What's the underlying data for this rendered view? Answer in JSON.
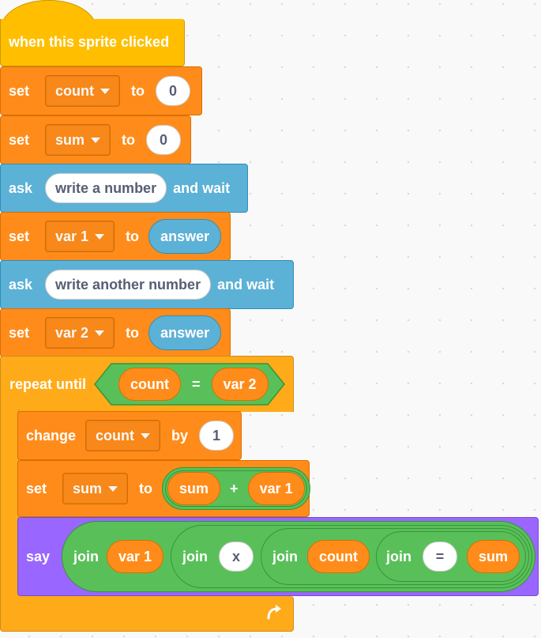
{
  "blocks": {
    "hat": {
      "text": "when this sprite clicked"
    },
    "set_count": {
      "cmd": "set",
      "variable": "count",
      "to": "to",
      "value": "0"
    },
    "set_sum": {
      "cmd": "set",
      "variable": "sum",
      "to": "to",
      "value": "0"
    },
    "ask1": {
      "cmd": "ask",
      "question": "write a number",
      "tail": "and wait"
    },
    "set_var1": {
      "cmd": "set",
      "variable": "var 1",
      "to": "to",
      "reporter": "answer"
    },
    "ask2": {
      "cmd": "ask",
      "question": "write another number",
      "tail": "and wait"
    },
    "set_var2": {
      "cmd": "set",
      "variable": "var 2",
      "to": "to",
      "reporter": "answer"
    },
    "repeat": {
      "cmd": "repeat until",
      "left": "count",
      "operator": "=",
      "right": "var 2"
    },
    "change": {
      "cmd": "change",
      "variable": "count",
      "by": "by",
      "value": "1"
    },
    "set_sum2": {
      "cmd": "set",
      "variable": "sum",
      "to": "to",
      "left": "sum",
      "operator": "+",
      "right": "var 1"
    },
    "say": {
      "cmd": "say",
      "join": "join",
      "var1": "var 1",
      "x": "x",
      "count": "count",
      "eq": "=",
      "sum": "sum"
    }
  },
  "colors": {
    "events": "#ffbf00",
    "variables": "#ff8c1a",
    "sensing": "#5cb1d6",
    "control": "#ffab19",
    "operators": "#59c059",
    "looks": "#9966ff"
  },
  "icons": {
    "loop_arrow": "loop-arrow-icon",
    "dropdown": "caret-down-icon"
  }
}
